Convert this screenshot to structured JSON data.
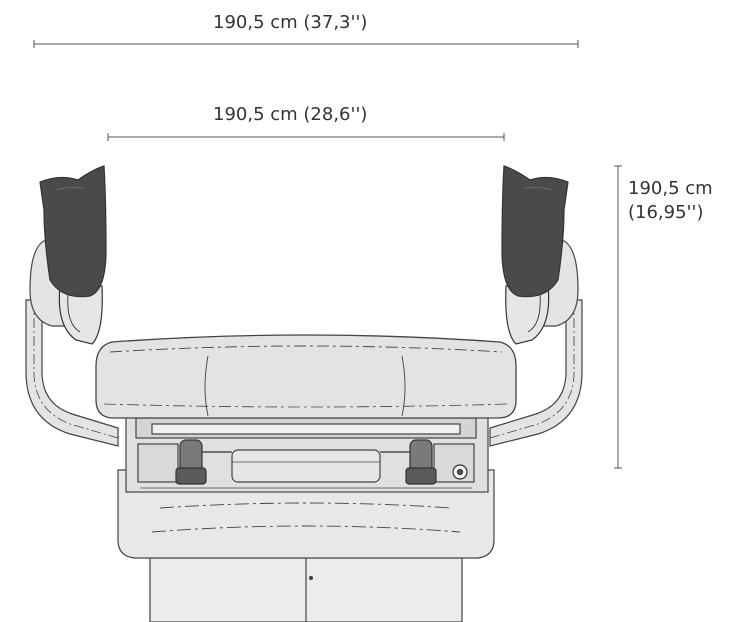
{
  "dimensions": {
    "overall_width": "190,5 cm (37,3'')",
    "inner_width": "190,5 cm (28,6'')",
    "height_line1": "190,5 cm",
    "height_line2": "(16,95'')"
  },
  "colors": {
    "text": "#333333",
    "dimension_line": "#555555",
    "outline": "#444444",
    "body_fill": "#e8e8e8",
    "pad_fill": "#e3e3e3",
    "stirrup_fill": "#4a4a4a",
    "frame_fill": "#d4d4d4"
  }
}
